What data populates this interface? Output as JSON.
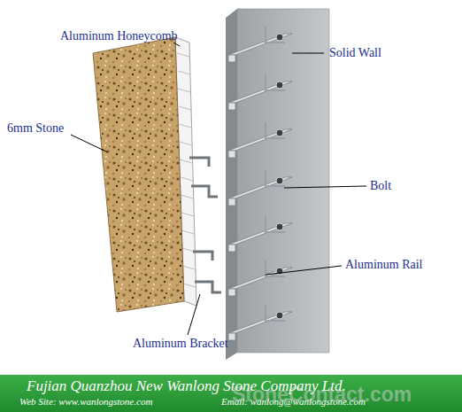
{
  "diagram": {
    "caption": "Fujian Quanzhou New Wanlong Stone Company Ltd.",
    "labels": [
      "Aluminum Honeycomb",
      "6mm Stone",
      "Solid Wall",
      "Bolt",
      "Aluminum Rail",
      "Aluminum Bracket",
      "Web Site: www.wanlongstone.com",
      "Email: wanlong@wanlongstone.com",
      "StoneContact.com"
    ]
  }
}
